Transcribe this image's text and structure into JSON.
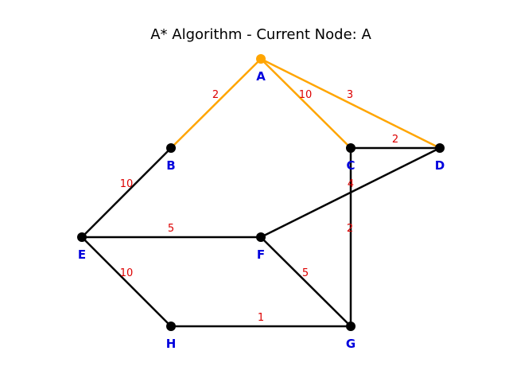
{
  "title": "A* Algorithm - Current Node: A",
  "colors": {
    "highlight": "#FFA500",
    "default_node": "#000000",
    "default_edge": "#000000",
    "node_label": "#0000DD",
    "edge_label": "#DD0000"
  },
  "nodes": [
    {
      "id": "A",
      "label": "A",
      "highlighted": true
    },
    {
      "id": "B",
      "label": "B",
      "highlighted": false
    },
    {
      "id": "C",
      "label": "C",
      "highlighted": false
    },
    {
      "id": "D",
      "label": "D",
      "highlighted": false
    },
    {
      "id": "E",
      "label": "E",
      "highlighted": false
    },
    {
      "id": "F",
      "label": "F",
      "highlighted": false
    },
    {
      "id": "G",
      "label": "G",
      "highlighted": false
    },
    {
      "id": "H",
      "label": "H",
      "highlighted": false
    }
  ],
  "edges": [
    {
      "from": "A",
      "to": "B",
      "weight": "2",
      "highlighted": true
    },
    {
      "from": "A",
      "to": "C",
      "weight": "10",
      "highlighted": true
    },
    {
      "from": "A",
      "to": "D",
      "weight": "3",
      "highlighted": true
    },
    {
      "from": "B",
      "to": "E",
      "weight": "10",
      "highlighted": false
    },
    {
      "from": "C",
      "to": "D",
      "weight": "2",
      "highlighted": false
    },
    {
      "from": "C",
      "to": "G",
      "weight": "2",
      "highlighted": false
    },
    {
      "from": "D",
      "to": "F",
      "weight": "4",
      "highlighted": false
    },
    {
      "from": "E",
      "to": "F",
      "weight": "5",
      "highlighted": false
    },
    {
      "from": "E",
      "to": "H",
      "weight": "10",
      "highlighted": false
    },
    {
      "from": "F",
      "to": "G",
      "weight": "5",
      "highlighted": false
    },
    {
      "from": "H",
      "to": "G",
      "weight": "1",
      "highlighted": false
    }
  ]
}
